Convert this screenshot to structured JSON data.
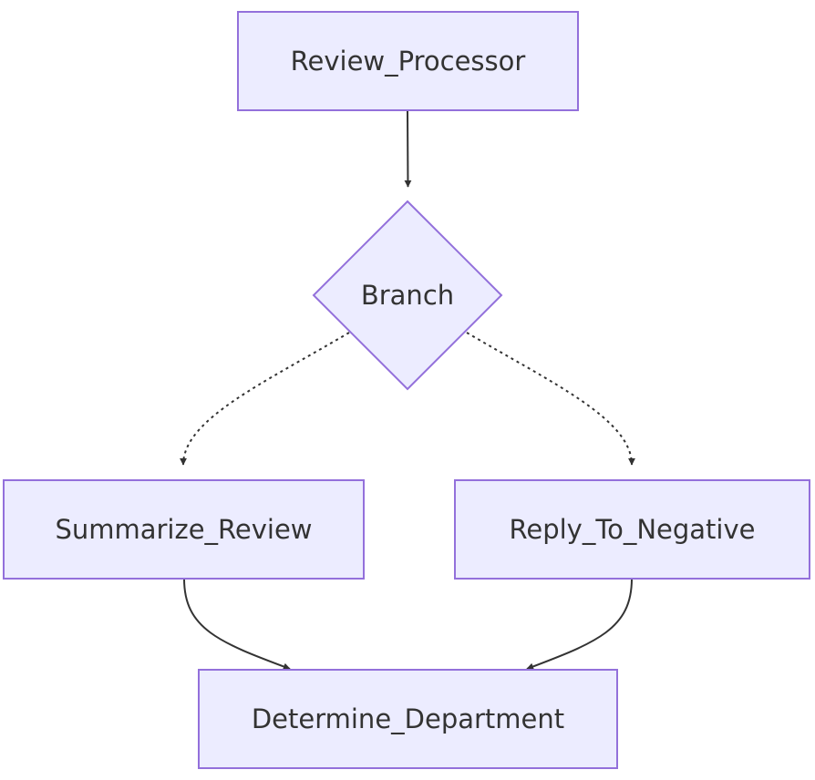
{
  "diagram": {
    "nodes": {
      "review_processor": {
        "label": "Review_Processor",
        "shape": "rectangle"
      },
      "branch": {
        "label": "Branch",
        "shape": "diamond"
      },
      "summarize_review": {
        "label": "Summarize_Review",
        "shape": "rectangle"
      },
      "reply_to_negative": {
        "label": "Reply_To_Negative",
        "shape": "rectangle"
      },
      "determine_department": {
        "label": "Determine_Department",
        "shape": "rectangle"
      }
    },
    "edges": [
      {
        "from": "review_processor",
        "to": "branch",
        "style": "solid"
      },
      {
        "from": "branch",
        "to": "summarize_review",
        "style": "dotted"
      },
      {
        "from": "branch",
        "to": "reply_to_negative",
        "style": "dotted"
      },
      {
        "from": "summarize_review",
        "to": "determine_department",
        "style": "solid"
      },
      {
        "from": "reply_to_negative",
        "to": "determine_department",
        "style": "solid"
      }
    ],
    "colors": {
      "node_fill": "#ececff",
      "node_stroke": "#9370db",
      "edge": "#333333",
      "text": "#333333"
    }
  }
}
